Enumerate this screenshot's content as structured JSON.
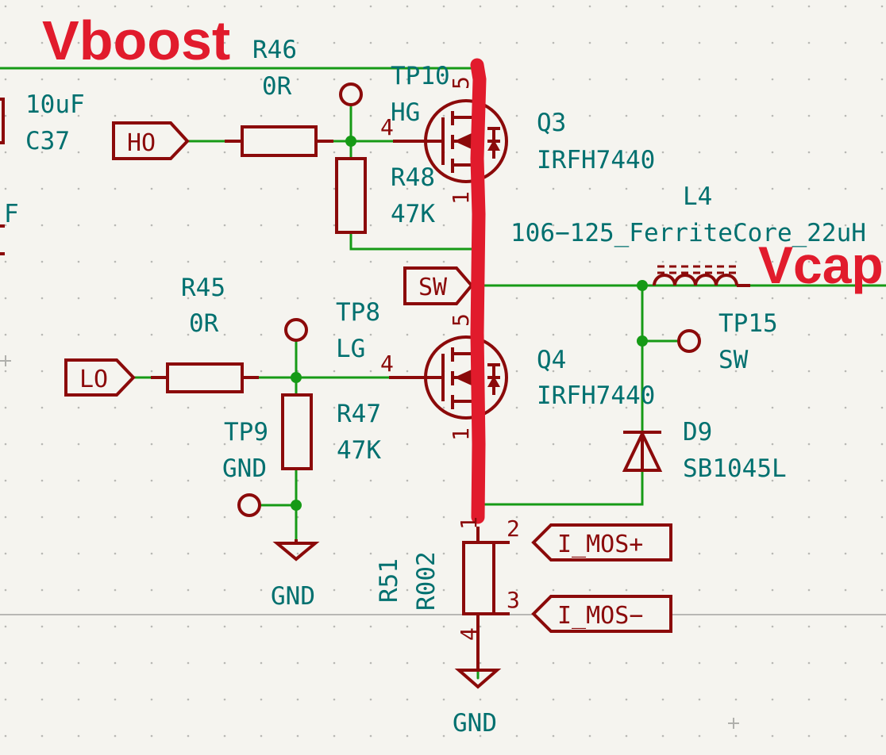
{
  "annotations": {
    "vboost": "Vboost",
    "vcap": "Vcap"
  },
  "nets": {
    "ho": "HO",
    "lo": "LO",
    "sw": "SW",
    "imos_p": "I_MOS+",
    "imos_n": "I_MOS−",
    "gnd": "GND"
  },
  "c37": {
    "value": "10uF",
    "ref": "C37"
  },
  "partial_left": {
    "f": "F"
  },
  "r46": {
    "ref": "R46",
    "value": "0R"
  },
  "r48": {
    "ref": "R48",
    "value": "47K"
  },
  "r45": {
    "ref": "R45",
    "value": "0R"
  },
  "r47": {
    "ref": "R47",
    "value": "47K"
  },
  "r51": {
    "ref": "R51",
    "value": "R002",
    "pins": [
      "1",
      "2",
      "3",
      "4"
    ]
  },
  "tp10": {
    "ref": "TP10",
    "value": "HG"
  },
  "tp8": {
    "ref": "TP8",
    "value": "LG"
  },
  "tp9": {
    "ref": "TP9",
    "value": "GND"
  },
  "tp15": {
    "ref": "TP15",
    "value": "SW"
  },
  "q3": {
    "ref": "Q3",
    "value": "IRFH7440",
    "pins": [
      "4",
      "5",
      "1"
    ]
  },
  "q4": {
    "ref": "Q4",
    "value": "IRFH7440",
    "pins": [
      "4",
      "5",
      "1"
    ]
  },
  "l4": {
    "ref": "L4",
    "value": "106−125_FerriteCore_22uH"
  },
  "d9": {
    "ref": "D9",
    "value": "SB1045L"
  },
  "gnd_labels": {
    "left": "GND",
    "bottom": "GND"
  },
  "colors": {
    "wire": "#169a16",
    "component": "#8b0a0a",
    "reference": "#00706f",
    "annotation": "#e11b2c",
    "background": "#f5f4ef"
  }
}
